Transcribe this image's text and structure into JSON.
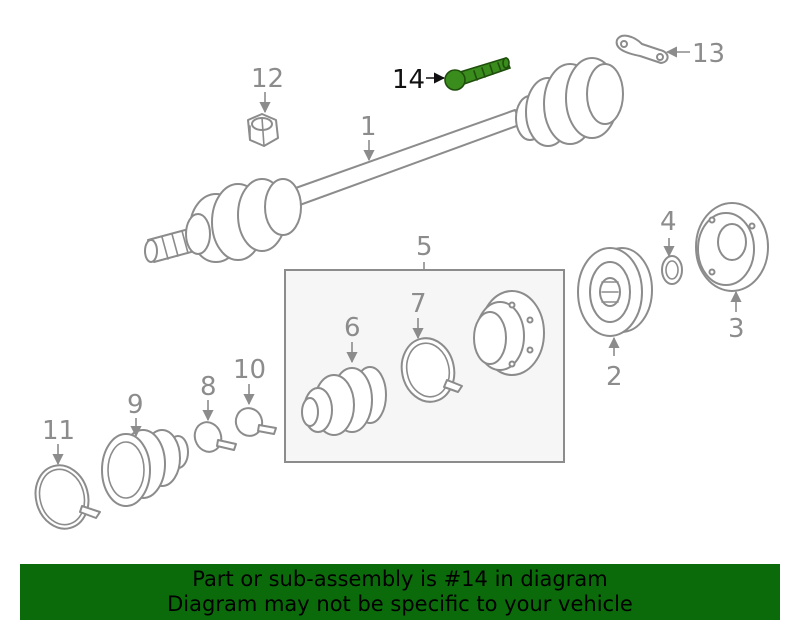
{
  "diagram": {
    "callouts": {
      "c1": "1",
      "c2": "2",
      "c3": "3",
      "c4": "4",
      "c5": "5",
      "c6": "6",
      "c7": "7",
      "c8": "8",
      "c9": "9",
      "c10": "10",
      "c11": "11",
      "c12": "12",
      "c13": "13",
      "c14": "14"
    },
    "highlighted_part": "14",
    "colors": {
      "line": "#8c8c8c",
      "highlight_fill": "#3a8c1c",
      "banner_bg": "#0b6b0b"
    }
  },
  "banner": {
    "line1": "Part or sub-assembly is #14 in diagram",
    "line2": "Diagram may not be specific to your vehicle"
  }
}
